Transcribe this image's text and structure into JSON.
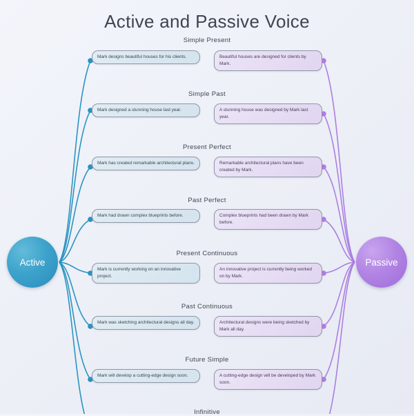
{
  "title": "Active and Passive Voice",
  "nodes": {
    "active": {
      "label": "Active"
    },
    "passive": {
      "label": "Passive"
    }
  },
  "colors": {
    "active_accent": "#2a93c1",
    "passive_accent": "#ab7ee2",
    "active_box_fill": "#d9e7f1",
    "passive_box_fill": "#e6dcf3",
    "background": "#edf0f7",
    "title_text": "#3e4450"
  },
  "sections": [
    {
      "label": "Simple Present",
      "active": "Mark designs beautiful houses for his clients.",
      "passive": "Beautiful houses are designed for clients by Mark."
    },
    {
      "label": "Simple Past",
      "active": "Mark designed a stunning house last year.",
      "passive": "A stunning house was designed by Mark last year."
    },
    {
      "label": "Present Perfect",
      "active": "Mark has created remarkable architectural plans.",
      "passive": "Remarkable architectural plans have been created by Mark."
    },
    {
      "label": "Past Perfect",
      "active": "Mark had drawn complex blueprints before.",
      "passive": "Complex blueprints had been drawn by Mark before."
    },
    {
      "label": "Present Continuous",
      "active": "Mark is currently working on an innovative project.",
      "passive": "An innovative project is currently being worked on by Mark."
    },
    {
      "label": "Past Continuous",
      "active": "Mark was sketching architectural designs all day.",
      "passive": "Architectural designs were being sketched by Mark all day."
    },
    {
      "label": "Future Simple",
      "active": "Mark will develop a cutting-edge design soon.",
      "passive": "A cutting-edge design will be developed by Mark soon."
    },
    {
      "label": "Infinitive",
      "active": "",
      "passive": ""
    }
  ]
}
